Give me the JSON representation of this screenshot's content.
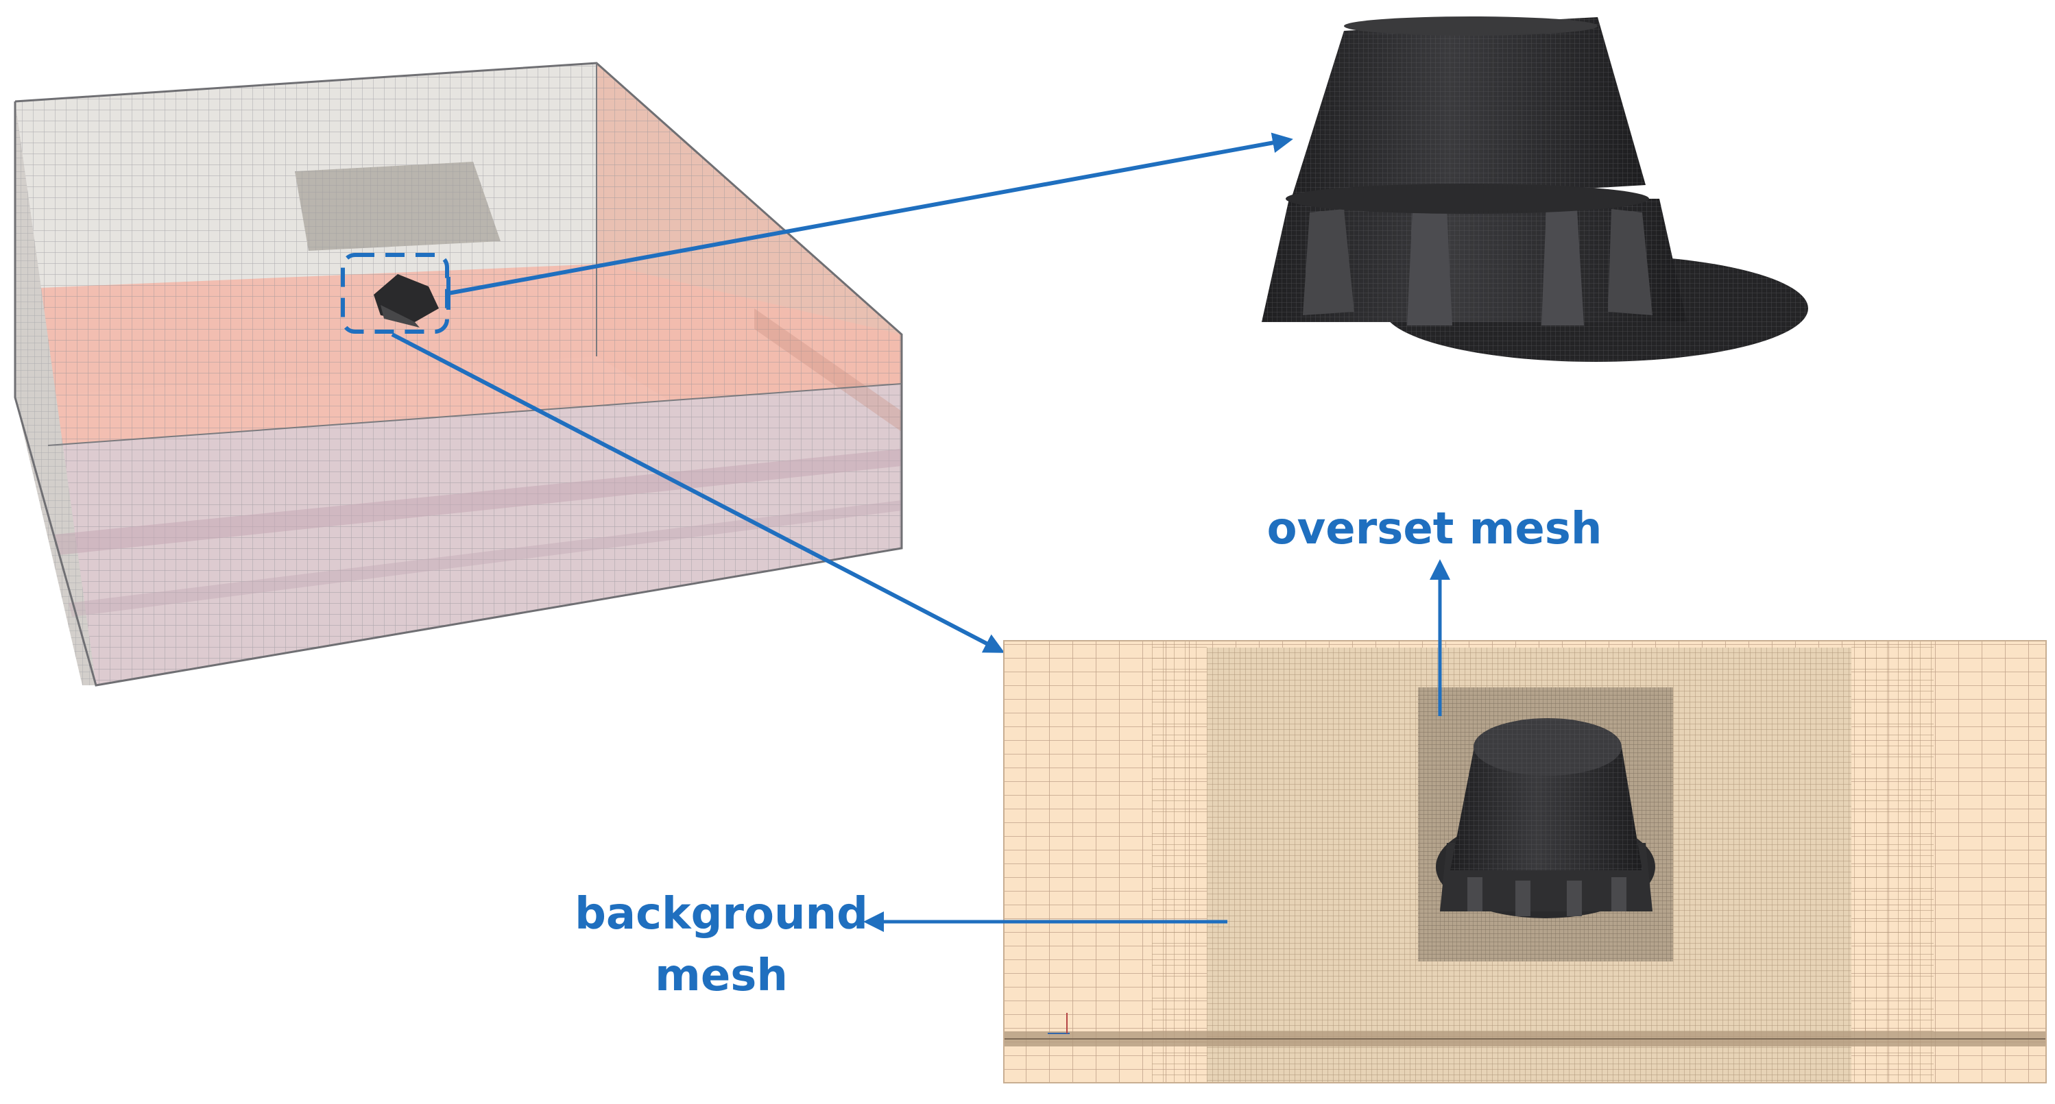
{
  "labels": {
    "overset": "overset mesh",
    "background_line1": "background",
    "background_line2": "mesh"
  },
  "colors": {
    "accent": "#1f6fbf",
    "background_mesh": "#fbe3c6",
    "background_mesh_lines": "#c9a98a",
    "refined_region": "#e3cfb2",
    "overset_region": "#b4a38c",
    "hull_dark": "#2d2d2f",
    "domain_wall_left": "#e6e4e0",
    "domain_wall_right": "#e9b9ac",
    "water_plane": "#f2b8ac",
    "domain_front": "#dcc6cc",
    "mesh_grid": "#8f8f96"
  },
  "icons": {
    "selection_box": "dashed-rounded-rectangle",
    "arrow_to_closeup": "arrow-right-up",
    "arrow_to_section": "arrow-right-down",
    "arrow_overset": "arrow-up",
    "arrow_background": "arrow-left"
  }
}
